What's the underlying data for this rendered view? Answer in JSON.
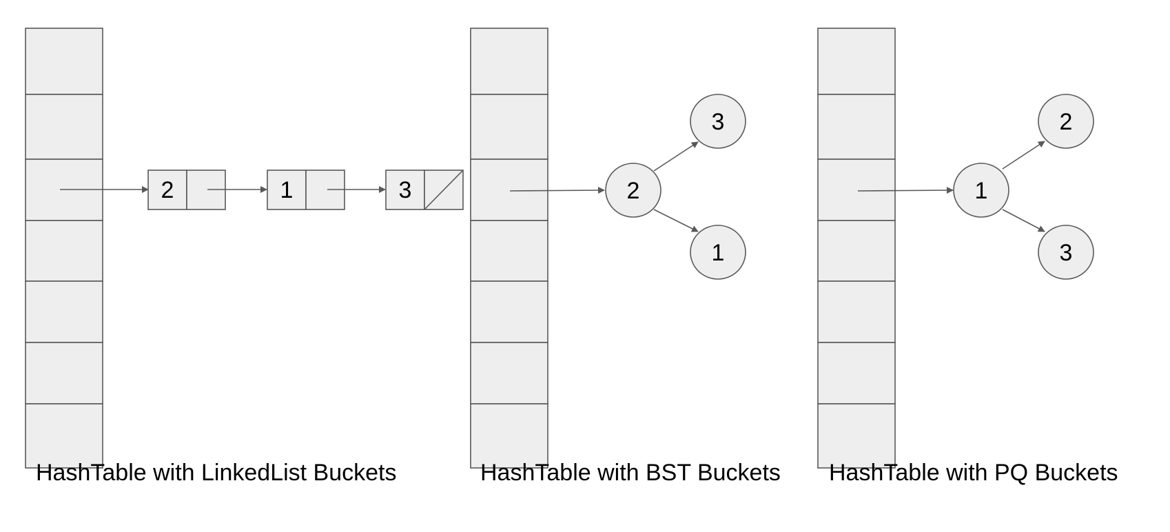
{
  "colors": {
    "cell_fill": "#eeeeee",
    "stroke": "#595959",
    "text": "#000000",
    "background": "#ffffff"
  },
  "panels": [
    {
      "caption": "HashTable with LinkedList Buckets",
      "bucket_count": 7,
      "structure": "linked-list",
      "list_values": [
        "2",
        "1",
        "3"
      ]
    },
    {
      "caption": "HashTable with BST Buckets",
      "bucket_count": 7,
      "structure": "bst",
      "root": "2",
      "upper_child": "3",
      "lower_child": "1"
    },
    {
      "caption": "HashTable with PQ Buckets",
      "bucket_count": 7,
      "structure": "pq",
      "root": "1",
      "upper_child": "2",
      "lower_child": "3"
    }
  ]
}
